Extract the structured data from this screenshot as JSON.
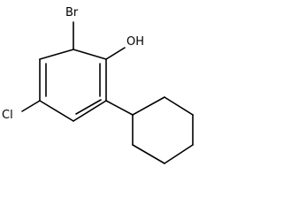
{
  "molecule": {
    "labels": {
      "bromine": "Br",
      "hydroxyl": "OH",
      "chlorine": "Cl"
    }
  }
}
